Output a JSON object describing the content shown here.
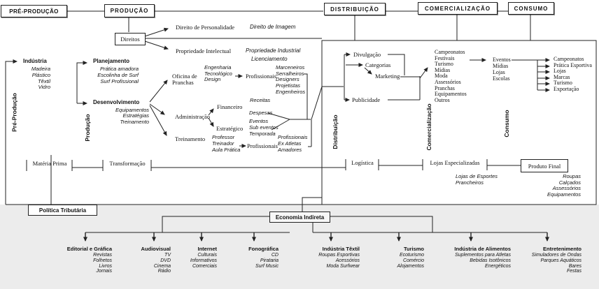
{
  "colors": {
    "line": "#222222",
    "band": "#ececec"
  },
  "stages": {
    "pre": "PRÉ-PRODUÇÃO",
    "prod": "PRODUÇÃO",
    "dist": "DISTRIBUIÇÃO",
    "com": "COMERCIALIZAÇÃO",
    "cons": "CONSUMO"
  },
  "axis_labels": {
    "pre": "Pré-Produção",
    "prod": "Produção",
    "dist": "Distribuição",
    "com": "Comercialização",
    "cons": "Consumo"
  },
  "direitos": {
    "box": "Direitos",
    "personalidade": "Direito de Personalidade",
    "imagem": "Direito de Imagem",
    "intelectual": "Propriedade Intelectual",
    "industrial": "Propriedade Industrial",
    "licenciamento": "Licenciamento"
  },
  "industria": {
    "title": "Indústria",
    "items": [
      "Madeira",
      "Plástico",
      "Têxtil",
      "Vidro"
    ]
  },
  "planejamento": {
    "title": "Planejamento",
    "items": [
      "Prática amadora",
      "Escolinha de Surf",
      "Surf Profissional"
    ]
  },
  "desenvolvimento": {
    "title": "Desenvolvimento",
    "items": [
      "Equipamentos",
      "Estratégias",
      "Treinamento"
    ]
  },
  "oficina": {
    "label": "Oficina de Pranchas",
    "areas": [
      "Engenharia",
      "Tecnológico",
      "Design"
    ],
    "prof": "Profissionais",
    "tipos": [
      "Marceneiros",
      "Serralheiros",
      "Designers",
      "Projetistas",
      "Engenheiros"
    ]
  },
  "administracao": {
    "label": "Administração",
    "financeiro": "Financeiro",
    "estrategico": "Estratégico",
    "financeiro_items": [
      "Receitas",
      "Despesas"
    ],
    "estrategico_items": [
      "Eventos",
      "Sub eventos",
      "Temporada"
    ]
  },
  "treinamento": {
    "label": "Treinamento",
    "equipe": [
      "Professor",
      "Treinador",
      "Aula Prática"
    ],
    "prof": "Profissionais",
    "tipos": [
      "Profissionais",
      "Ex Atletas",
      "Amadores"
    ]
  },
  "distribuicao": {
    "divulgacao": "Divulgação",
    "categorias": "Categorias",
    "marketing": "Marketing",
    "publicidade": "Publicidade"
  },
  "comercializacao": {
    "items": [
      "Campeonatos",
      "Festivais",
      "Turismo",
      "Mídias",
      "Moda",
      "Assessórios",
      "Pranchas",
      "Equipamentos",
      "Outros"
    ]
  },
  "consumo": {
    "canais": [
      "Eventos",
      "Mídias",
      "Lojas",
      "Escolas"
    ],
    "destinos": [
      "Campeonatos",
      "Prática Esportiva",
      "Lojas",
      "Marcas",
      "Turismo",
      "Exportação"
    ]
  },
  "cadeia": {
    "materia_prima": "Matéria Prima",
    "transformacao": "Transformação",
    "logistica": "Logística",
    "lojas_especializadas": "Lojas Especializadas",
    "produto_final": "Produto Final",
    "lojas_itens": [
      "Lojas de Esportes",
      "Prancheiros"
    ],
    "produto_itens": [
      "Roupas",
      "Calçados",
      "Assessórios",
      "Equipamentos"
    ]
  },
  "politica_tributaria": "Política Tributária",
  "economia_indireta": {
    "label": "Economia Indireta",
    "groups": [
      {
        "title": "Editorial e Gráfica",
        "items": [
          "Revistas",
          "Folhetos",
          "Livros",
          "Jornais"
        ]
      },
      {
        "title": "Audiovisual",
        "items": [
          "TV",
          "DVD",
          "Cinema",
          "Rádio"
        ]
      },
      {
        "title": "Internet",
        "items": [
          "Culturais",
          "Informativos",
          "Comerciais"
        ]
      },
      {
        "title": "Fonográfica",
        "items": [
          "CD",
          "Pirataria",
          "Surf Music"
        ]
      },
      {
        "title": "Indústria Têxtil",
        "items": [
          "Roupas Esportivas",
          "Acessórios",
          "Moda Surfwear"
        ]
      },
      {
        "title": "Turismo",
        "items": [
          "Ecoturismo",
          "Comércio",
          "Alojamentos"
        ]
      },
      {
        "title": "Indústria de Alimentos",
        "items": [
          "Suplementos para Atletas",
          "Bebidas Isotônicos",
          "Energéticos"
        ]
      },
      {
        "title": "Entretenimento",
        "items": [
          "Simuladores de Ondas",
          "Parques Aquáticos",
          "Bares",
          "Festas"
        ]
      }
    ]
  }
}
